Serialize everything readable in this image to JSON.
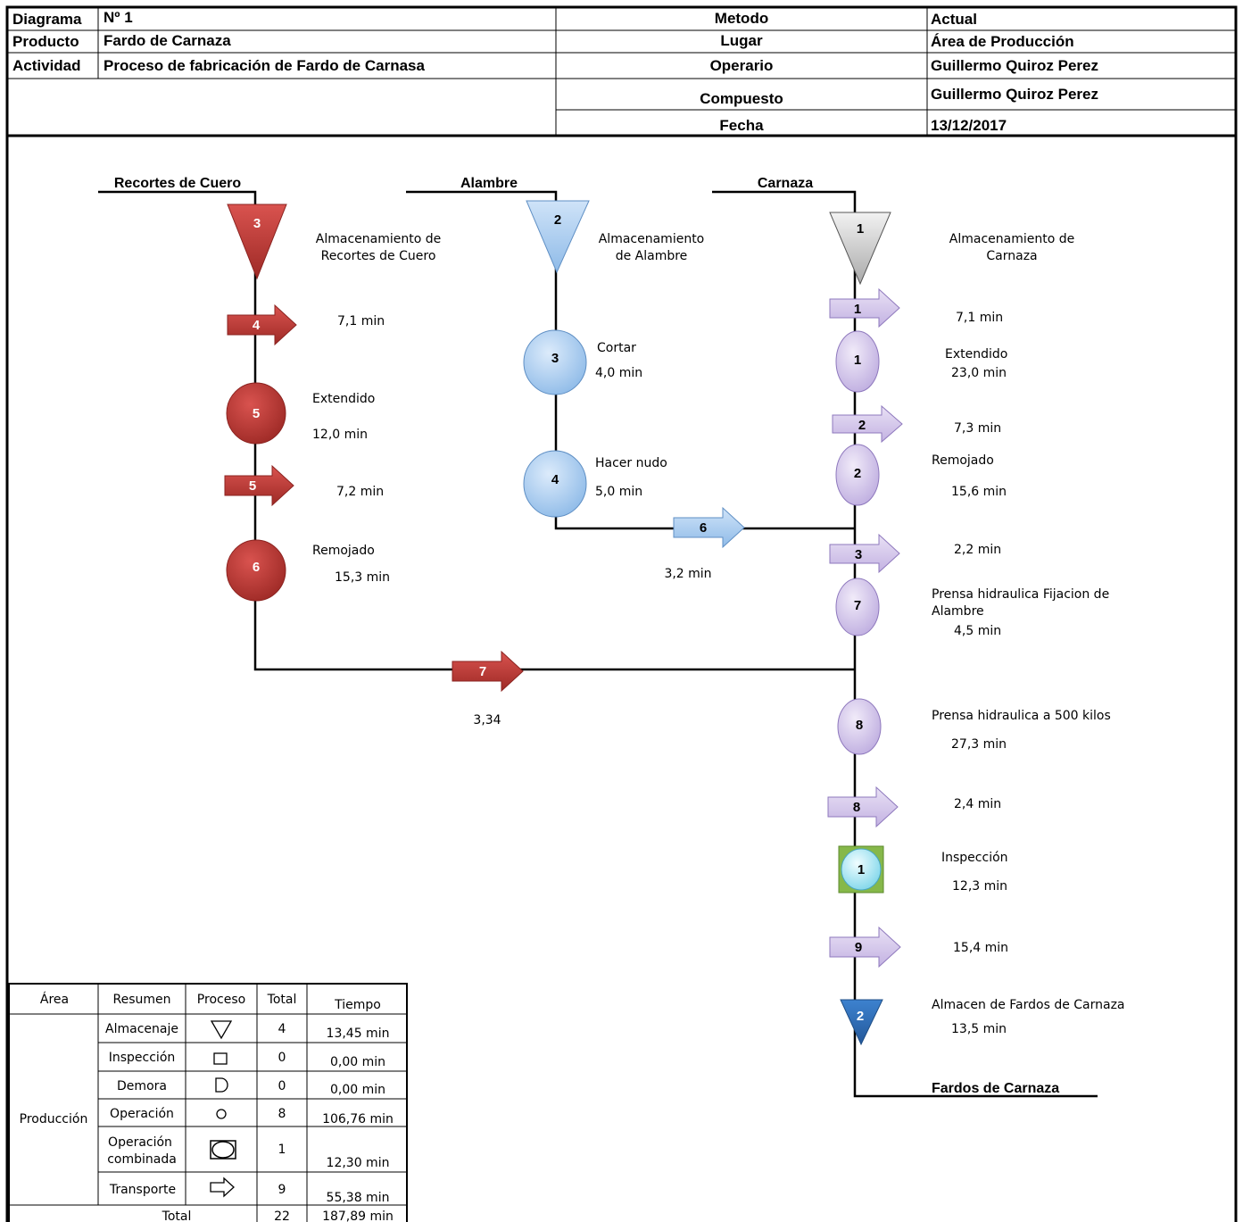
{
  "header": {
    "diagrama_label": "Diagrama",
    "diagrama_value": "Nº 1",
    "producto_label": "Producto",
    "producto_value": "Fardo de Carnaza",
    "actividad_label": "Actividad",
    "actividad_value": "Proceso de fabricación de Fardo de Carnasa",
    "metodo_label": "Metodo",
    "metodo_value": "Actual",
    "lugar_label": "Lugar",
    "lugar_value": "Área de Producción",
    "operario_label": "Operario",
    "operario_value": "Guillermo Quiroz Perez",
    "compuesto_label": "Compuesto",
    "compuesto_value": "Guillermo Quiroz Perez",
    "fecha_label": "Fecha",
    "fecha_value": "13/12/2017"
  },
  "columns": {
    "cuero": "Recortes de Cuero",
    "alambre": "Alambre",
    "carnaza": "Carnaza",
    "output": "Fardos de Carnaza"
  },
  "colors": {
    "red": "#b8312f",
    "blue": "#9cc3ec",
    "purple": "#c9b8e4",
    "gray": "#c8c8c8",
    "darkblue": "#2f6db5",
    "inspection": "#86b84a"
  },
  "cuero": {
    "storage_num": "3",
    "storage_label_1": "Almacenamiento de",
    "storage_label_2": "Recortes de Cuero",
    "t4_num": "4",
    "t4_time": "7,1 min",
    "op5_num": "5",
    "op5_label": "Extendido",
    "op5_time": "12,0 min",
    "t5_num": "5",
    "t5_time": "7,2 min",
    "op6_num": "6",
    "op6_label": "Remojado",
    "op6_time": "15,3 min",
    "t7_num": "7",
    "t7_time": "3,34"
  },
  "alambre": {
    "storage_num": "2",
    "storage_label_1": "Almacenamiento",
    "storage_label_2": "de Alambre",
    "op3_num": "3",
    "op3_label": "Cortar",
    "op3_time": "4,0 min",
    "op4_num": "4",
    "op4_label": "Hacer nudo",
    "op4_time": "5,0 min",
    "t6_num": "6",
    "t6_time": "3,2 min"
  },
  "carnaza": {
    "storage_num": "1",
    "storage_label_1": "Almacenamiento de",
    "storage_label_2": "Carnaza",
    "t1_num": "1",
    "t1_time": "7,1 min",
    "op1_num": "1",
    "op1_label": "Extendido",
    "op1_time": "23,0 min",
    "t2_num": "2",
    "t2_time": "7,3 min",
    "op2_num": "2",
    "op2_label": "Remojado",
    "op2_time": "15,6 min",
    "t3_num": "3",
    "t3_time": "2,2 min",
    "op7_num": "7",
    "op7_label_1": "Prensa hidraulica Fijacion de",
    "op7_label_2": "Alambre",
    "op7_time": "4,5 min",
    "op8_num": "8",
    "op8_label": "Prensa hidraulica a 500 kilos",
    "op8_time": "27,3 min",
    "t8_num": "8",
    "t8_time": "2,4 min",
    "insp_num": "1",
    "insp_label": "Inspección",
    "insp_time": "12,3 min",
    "t9_num": "9",
    "t9_time": "15,4 min",
    "final_num": "2",
    "final_label": "Almacen de Fardos de Carnaza",
    "final_time": "13,5 min"
  },
  "summary": {
    "headers": [
      "Área",
      "Resumen",
      "Proceso",
      "Total",
      "Tiempo"
    ],
    "area": "Producción",
    "rows": [
      {
        "resumen": "Almacenaje",
        "symbol": "triangle-down-icon",
        "total": "4",
        "tiempo": "13,45 min"
      },
      {
        "resumen": "Inspección",
        "symbol": "square-icon",
        "total": "0",
        "tiempo": "0,00 min"
      },
      {
        "resumen": "Demora",
        "symbol": "d-shape-icon",
        "total": "0",
        "tiempo": "0,00 min"
      },
      {
        "resumen": "Operación",
        "symbol": "circle-icon",
        "total": "8",
        "tiempo": "106,76 min"
      },
      {
        "resumen_1": "Operación",
        "resumen_2": "combinada",
        "symbol": "circle-in-square-icon",
        "total": "1",
        "tiempo": "12,30 min"
      },
      {
        "resumen": "Transporte",
        "symbol": "arrow-right-icon",
        "total": "9",
        "tiempo": "55,38 min"
      }
    ],
    "total_label": "Total",
    "total_count": "22",
    "total_time": "187,89 min"
  }
}
